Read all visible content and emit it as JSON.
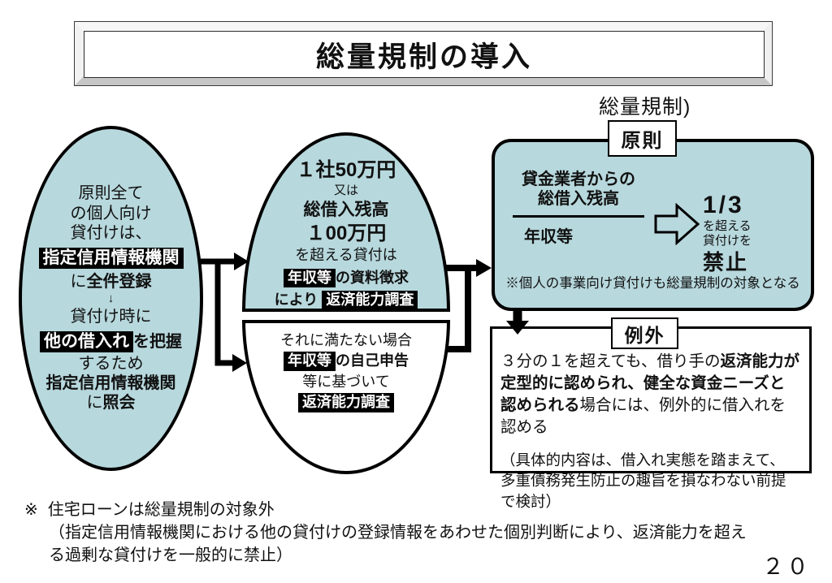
{
  "slide": {
    "title": "総量規制の導入",
    "page_number": "２０"
  },
  "heading_tag": "総量規制)",
  "left_ellipse": {
    "line1": "原則全て",
    "line2": "の個人向け",
    "line3": "貸付けは、",
    "highlight_credit_bureau": "指定信用情報機関",
    "line4_pre": "に",
    "line4_bold": "全件登録",
    "down_arrow": "↓",
    "line5": "貸付け時に",
    "highlight_other_borrowing": "他の借入れ",
    "line6_bold": "を把握",
    "line7": "するため",
    "line8_bold": "指定信用情報機関",
    "line9_pre": "に",
    "line9_bold": "照会"
  },
  "middle_top": {
    "line1": "１社50万円",
    "line2": "又は",
    "line3": "総借入残高",
    "line4": "１00万円",
    "line5": "を超える貸付は",
    "highlight_income": "年収等",
    "line6_suffix": "の資料徴求",
    "line7_pre": "により",
    "highlight_repayment_check": "返済能力調査"
  },
  "middle_bottom": {
    "line1": "それに満たない場合",
    "highlight_income": "年収等",
    "line2_suffix": "の自己申告",
    "line3": "等に基づいて",
    "highlight_repayment_check": "返済能力調査"
  },
  "principle": {
    "label": "原則",
    "numerator_line1": "貸金業者からの",
    "numerator_line2": "総借入残高",
    "denominator": "年収等",
    "threshold": "1/3",
    "result_line1": "を超える",
    "result_line2": "貸付けを",
    "result_line3": "禁止",
    "note": "※個人の事業向け貸付けも総量規制の対象となる"
  },
  "exception": {
    "label": "例外",
    "body_pre": "３分の１を超えても、借り手の",
    "body_bold": "返済能力が定型的に認められ、健全な資金ニーズと認められる",
    "body_post": "場合には、例外的に借入れを認める",
    "detail": "（具体的内容は、借入れ実態を踏まえて、多重債務発生防止の趣旨を損なわない前提で検討）"
  },
  "footnote": {
    "marker": "※",
    "line1": "住宅ローンは総量規制の対象外",
    "line2": "（指定信用情報機関における他の貸付けの登録情報をあわせた個別判断により、返済能力を超え",
    "line3": "る過剰な貸付けを一般的に禁止）"
  },
  "colors": {
    "shape_fill": "#b7d8dd",
    "border": "#000000",
    "banner_bevel_bottom": "#c6c6c6",
    "highlight_bg": "#000000",
    "highlight_text": "#ffffff"
  }
}
